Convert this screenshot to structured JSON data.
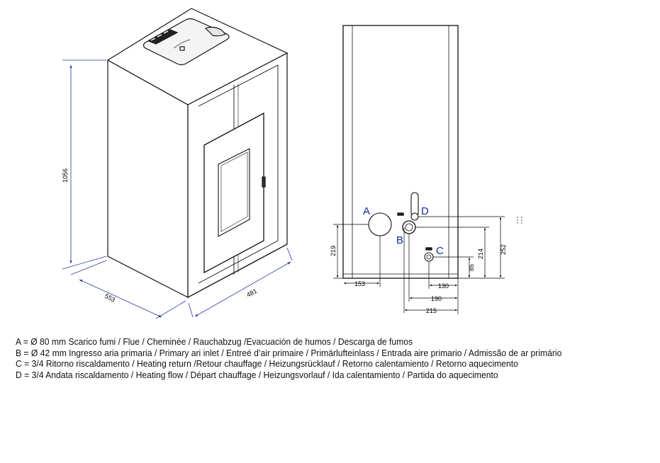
{
  "dimensions": {
    "iso_height": "1056",
    "iso_depth": "553",
    "iso_width": "481",
    "rear_219": "219",
    "rear_153": "153",
    "rear_130": "130",
    "rear_190": "190",
    "rear_215": "215",
    "rear_85": "85",
    "rear_214": "214",
    "rear_252": "252"
  },
  "connection_labels": {
    "a": "A",
    "b": "B",
    "c": "C",
    "d": "D"
  },
  "legend": [
    "A = Ø 80 mm Scarico fumi / Flue / Cheminée / Rauchabzug /Evacuación de humos / Descarga de fumos",
    "B = Ø 42 mm Ingresso aria primaria / Primary ari inlet / Entreé d’air primaire / Primärlufteinlass / Entrada aire primario / Admissão de ar primário",
    "C = 3/4  Ritorno riscaldamento / Heating return /Retour chauffage / Heizungsrücklauf / Retorno calentamiento / Retorno aquecimento",
    "D = 3/4 Andata riscaldamento / Heating flow / Départ chauffage / Heizungsvorlauf / Ida calentamiento / Partida do aquecimento"
  ]
}
